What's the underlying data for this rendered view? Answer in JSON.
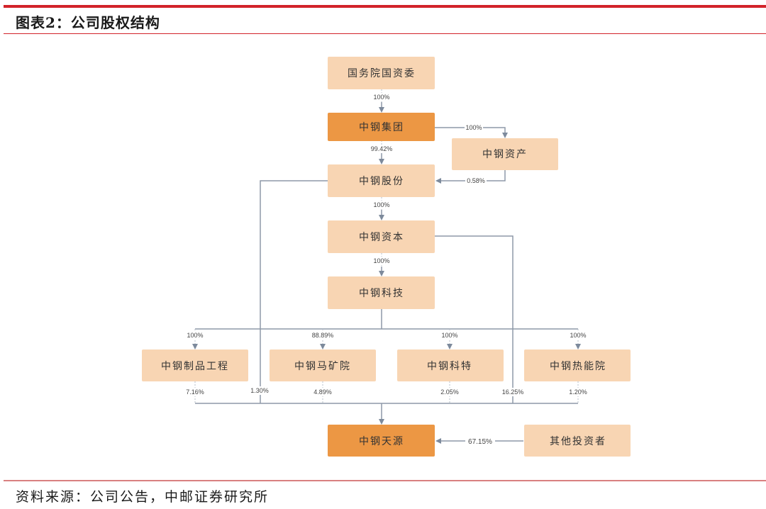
{
  "header": {
    "title": "图表2：公司股权结构"
  },
  "footer": {
    "source": "资料来源：公司公告，中邮证券研究所"
  },
  "colors": {
    "accent_red": "#d2232a",
    "node_light": "#f8d5b3",
    "node_dark": "#ec9744",
    "edge": "#8e99a8"
  },
  "nodes": {
    "sasac": "国务院国资委",
    "group": "中钢集团",
    "assets": "中钢资产",
    "shares": "中钢股份",
    "capital": "中钢资本",
    "tech": "中钢科技",
    "products": "中钢制品工程",
    "maanshan": "中钢马矿院",
    "keteng": "中钢科特",
    "thermal": "中钢热能院",
    "tianyuan": "中钢天源",
    "others": "其他投资者"
  },
  "edges": {
    "sasac_group": "100%",
    "group_assets": "100%",
    "group_shares": "99.42%",
    "assets_shares": "0.58%",
    "shares_capital": "100%",
    "capital_tech": "100%",
    "tech_products": "100%",
    "tech_maanshan": "88.89%",
    "tech_keteng": "100%",
    "tech_thermal": "100%",
    "products_tianyuan": "7.16%",
    "shares_tianyuan": "1.30%",
    "maanshan_tianyuan": "4.89%",
    "keteng_tianyuan": "2.05%",
    "capital_tianyuan": "16.25%",
    "thermal_tianyuan": "1.20%",
    "others_tianyuan": "67.15%"
  }
}
